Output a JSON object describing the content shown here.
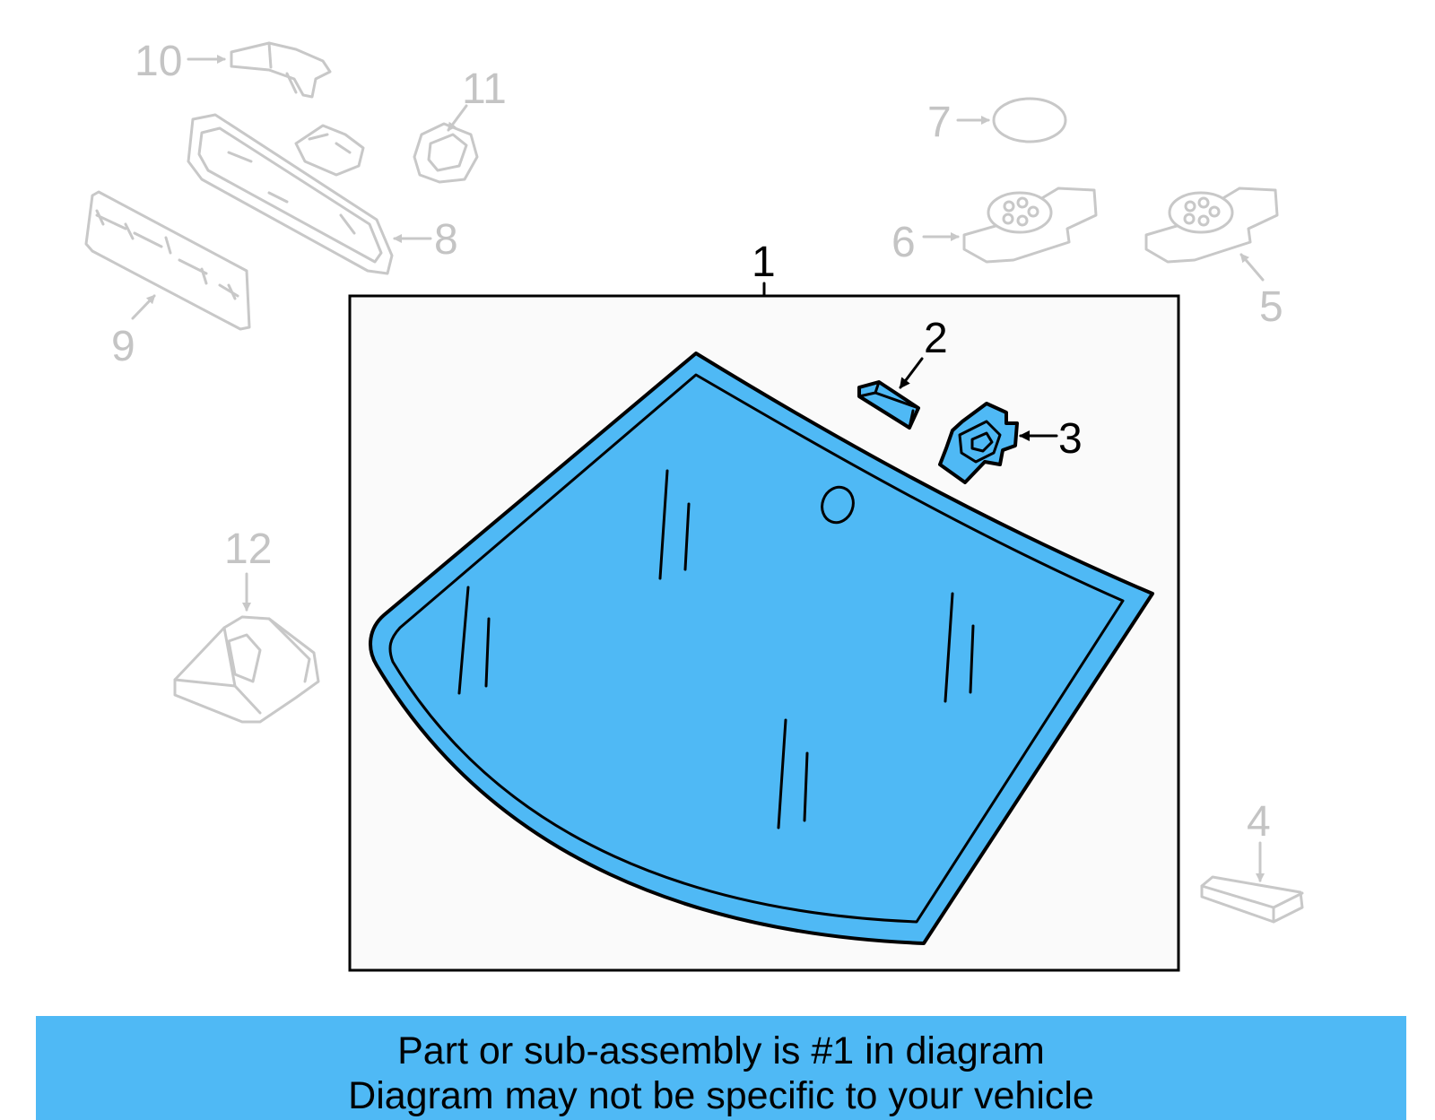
{
  "colors": {
    "highlight": "#4fb9f5",
    "ghost_parts": "#c8c8c8",
    "panel_background": "#fafafa"
  },
  "callouts": {
    "c1": "1",
    "c2": "2",
    "c3": "3",
    "c4": "4",
    "c5": "5",
    "c6": "6",
    "c7": "7",
    "c8": "8",
    "c9": "9",
    "c10": "10",
    "c11": "11",
    "c12": "12"
  },
  "banner": {
    "line1": "Part or sub-assembly is #1 in diagram",
    "line2": "Diagram may not be specific to your vehicle"
  }
}
